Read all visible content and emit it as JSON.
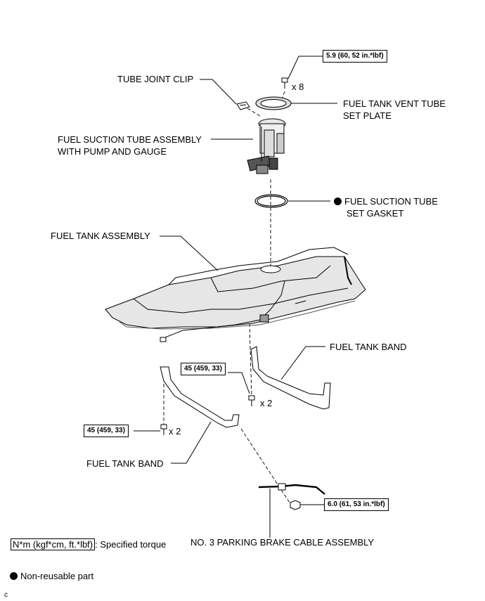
{
  "torques": {
    "vent_plate_bolts": "5.9 (60, 52 in.*lbf)",
    "band_bolts_right": "45 (459, 33)",
    "band_bolts_left": "45 (459, 33)",
    "brake_cable_nut": "6.0 (61, 53 in.*lbf)"
  },
  "multipliers": {
    "vent_plate_bolts": "x 8",
    "band_bolts_right": "x 2",
    "band_bolts_left": "x 2"
  },
  "parts": {
    "tube_joint_clip": "TUBE JOINT CLIP",
    "vent_tube_set_plate_line1": "FUEL TANK VENT TUBE",
    "vent_tube_set_plate_line2": "SET PLATE",
    "suction_tube_line1": "FUEL SUCTION TUBE ASSEMBLY",
    "suction_tube_line2": "WITH PUMP AND GAUGE",
    "gasket_line1": "FUEL SUCTION TUBE",
    "gasket_line2": "SET GASKET",
    "fuel_tank_assembly": "FUEL TANK ASSEMBLY",
    "fuel_tank_band_right": "FUEL TANK BAND",
    "fuel_tank_band_left": "FUEL TANK BAND",
    "parking_brake_cable": "NO. 3 PARKING BRAKE CABLE ASSEMBLY"
  },
  "legend": {
    "torque_key": "N*m (kgf*cm, ft.*lbf)",
    "torque_desc": ": Specified torque",
    "nonreusable_desc": "Non-reusable part"
  },
  "figure_code": "c"
}
